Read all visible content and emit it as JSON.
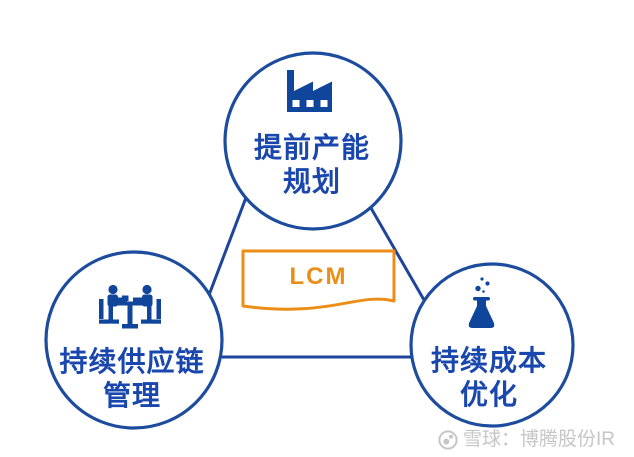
{
  "diagram": {
    "center": {
      "label": "LCM"
    },
    "nodes": [
      {
        "id": "capacity-planning",
        "icon": "factory-icon",
        "label_line1": "提前产能",
        "label_line2": "规划"
      },
      {
        "id": "supply-chain-mgmt",
        "icon": "meeting-icon",
        "label_line1": "持续供应链",
        "label_line2": "管理"
      },
      {
        "id": "cost-optimization",
        "icon": "flask-icon",
        "label_line1": "持续成本",
        "label_line2": "优化"
      }
    ],
    "colors": {
      "circle_stroke_blue": "#1d4b9e",
      "line_blue": "#1e449b",
      "label_blue": "#1a47ad",
      "icon_blue": "#10459c",
      "accent_orange": "#e98e16",
      "watermark_gray": "#c6c6c6",
      "background": "#ffffff"
    }
  },
  "watermark": {
    "logo": "xueqiu-logo",
    "text": "雪球：博腾股份IR"
  }
}
